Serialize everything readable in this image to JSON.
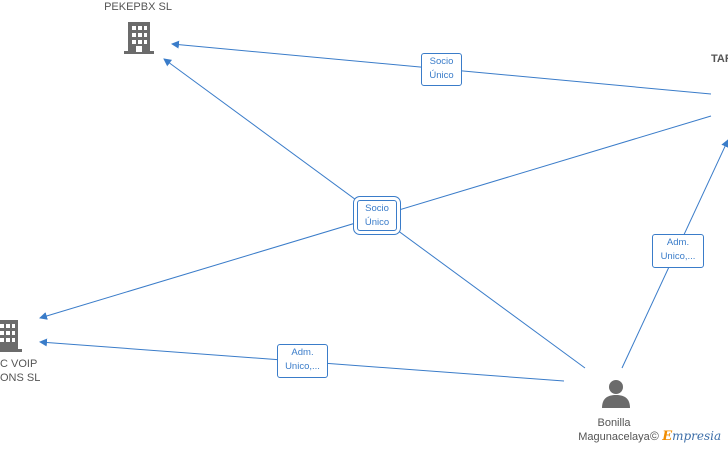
{
  "nodes": {
    "pekepbx": {
      "label": "PEKEPBX  SL",
      "type": "company"
    },
    "tar": {
      "label": "TAR",
      "type": "company"
    },
    "voip": {
      "label_line1": "C VOIP",
      "label_line2": "ONS  SL",
      "type": "company"
    },
    "bonilla": {
      "label_line1": "Bonilla",
      "label_line2": "Magunacelaya",
      "type": "person"
    }
  },
  "edge_labels": {
    "socio_unico_top": {
      "line1": "Socio",
      "line2": "Único"
    },
    "socio_unico_center": {
      "line1": "Socio",
      "line2": "Único"
    },
    "adm_unico_right": {
      "line1": "Adm.",
      "line2": "Unico,..."
    },
    "adm_unico_bottom": {
      "line1": "Adm.",
      "line2": "Unico,..."
    }
  },
  "colors": {
    "edge": "#3a7cc9",
    "node_icon": "#6b6b6b",
    "label": "#555555"
  },
  "watermark": {
    "symbol": "©",
    "brand_initial": "E",
    "brand_rest": "mpresia"
  }
}
